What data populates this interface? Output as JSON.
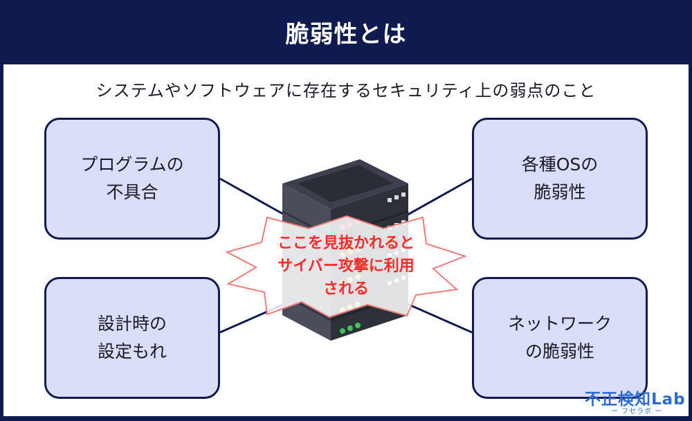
{
  "header": {
    "title": "脆弱性とは"
  },
  "subtitle": "システムやソフトウェアに存在するセキュリティ上の弱点のこと",
  "boxes": {
    "top_left": "プログラムの\n不具合",
    "top_right": "各種OSの\n脆弱性",
    "bottom_left": "設計時の\n設定もれ",
    "bottom_right": "ネットワーク\nの脆弱性"
  },
  "callout": {
    "text": "ここを見抜かれると\nサイバー攻撃に利用\nされる"
  },
  "logo": {
    "main": "不正検知Lab",
    "sub": "ー フセラボ ー"
  },
  "icons": {
    "center": "server-icon",
    "burst": "burst-callout"
  },
  "colors": {
    "navy": "#0f1a4f",
    "box_fill": "#dadef8",
    "callout_text": "#ff2a2a",
    "logo": "#2e6ad0"
  }
}
